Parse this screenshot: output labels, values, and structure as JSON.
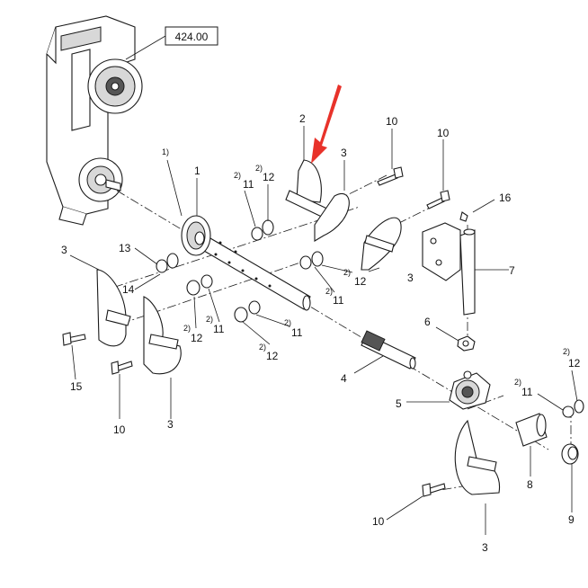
{
  "reference_box": "424.00",
  "part_labels": {
    "l1": "1",
    "l2": "2",
    "l3a": "3",
    "l3b": "3",
    "l3c": "3",
    "l3d": "3",
    "l3e": "3",
    "l4": "4",
    "l5": "5",
    "l6": "6",
    "l7": "7",
    "l8": "8",
    "l9": "9",
    "l10a": "10",
    "l10b": "10",
    "l10c": "10",
    "l10d": "10",
    "l11a": "11",
    "l11b": "11",
    "l11c": "11",
    "l11d": "11",
    "l11e": "11",
    "l12a": "12",
    "l12b": "12",
    "l12c": "12",
    "l12d": "12",
    "l12e": "12",
    "l13": "13",
    "l14": "14",
    "l15": "15",
    "l16": "16"
  },
  "footnote_marks": {
    "f1": "1)",
    "f2a": "2)",
    "f2b": "2)",
    "f2c": "2)",
    "f2d": "2)",
    "f2e": "2)",
    "f2f": "2)",
    "f2g": "2)",
    "f2h": "2)",
    "f2i": "2)"
  },
  "colors": {
    "highlight_arrow": "#e8322a",
    "line": "#1a1a1a"
  },
  "icons": {
    "arrow": "red-pointer-arrow"
  }
}
